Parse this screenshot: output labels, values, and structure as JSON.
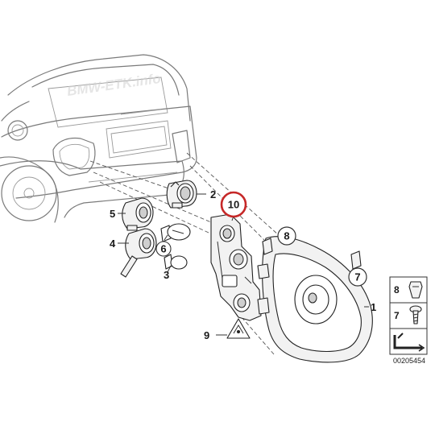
{
  "watermark": "BMW-ETK.info",
  "callouts": {
    "c1": "1",
    "c2": "2",
    "c3": "3",
    "c4": "4",
    "c5": "5",
    "c6": "6",
    "c7": "7",
    "c8": "8",
    "c9": "9",
    "c10": "10"
  },
  "side_panel": {
    "item_8": "8",
    "item_7": "7"
  },
  "reference_number": "00205454",
  "colors": {
    "highlight_circle": "#c62828",
    "line": "#222222",
    "car_outline": "#7a7a7a"
  }
}
